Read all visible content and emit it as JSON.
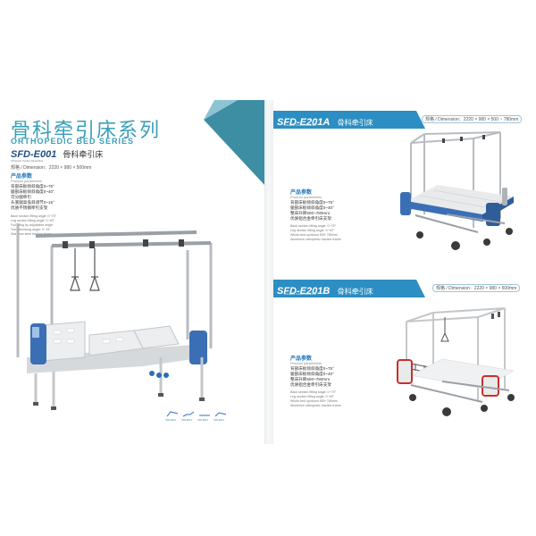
{
  "left_page": {
    "title_cn": "骨科牵引床系列",
    "title_en": "ORTHOPEDIC BED SERIES",
    "model": "SFD-E001",
    "name_cn": "骨科牵引床",
    "model_sub_en": "Orthopedic Traction Manual Bed",
    "dimension": "规格 / Dimension：2220 × 980 × 500mm",
    "section_cn": "产品参数",
    "section_en": "Product parameters",
    "specs_cn": [
      "背部床板倾斜角度0~75°",
      "腿部床板倾斜角度0~40°",
      "可分腿牵引",
      "头底腿高低斜调节0~15°",
      "优质不锈钢牵引支架"
    ],
    "specs_en": [
      "Back section lifting angle: 0~75°",
      "Leg section lifting angle: 0~40°",
      "Full lifting by adjustable angle",
      "Trendelenburg angle: 0~15°",
      "Stainless steel traction frame"
    ],
    "thumb_captions": [
      "SFD-E001",
      "SFD-E001",
      "SFD-E001",
      "SFD-E001"
    ]
  },
  "right_top": {
    "model": "SFD-E201A",
    "name_cn": "骨科牵引床",
    "model_sub_en": "Orthopedic Traction Manual Bed",
    "dimension": "规格 / Dimension：2220 × 980 × 500 ~ 780mm",
    "section_cn": "产品参数",
    "section_en": "Product parameters",
    "specs_cn": [
      "背部床板倾斜角度0~75°",
      "腿部床板倾斜角度0~40°",
      "整床升降500~780mm",
      "优质铝合金牵引床支架"
    ],
    "specs_en": [
      "Back section lifting angle: 0~75°",
      "Leg section lifting angle: 0~40°",
      "Whole bed up/down 500~780mm",
      "Aluminum orthopedic traction frame"
    ]
  },
  "right_bottom": {
    "model": "SFD-E201B",
    "name_cn": "骨科牵引床",
    "model_sub_en": "Orthopedic Traction Manual Bed",
    "dimension": "规格 / Dimension：2220 × 980 × 500mm",
    "section_cn": "产品参数",
    "section_en": "Product parameters",
    "specs_cn": [
      "背部床板倾斜角度0~75°",
      "腿部床板倾斜角度0~40°",
      "整床升降500~780mm",
      "优质铝合金牵引床支架"
    ],
    "specs_en": [
      "Back section lifting angle: 0~75°",
      "Leg section lifting angle: 0~40°",
      "Whole bed up/down 500~780mm",
      "Aluminum orthopedic traction frame"
    ]
  },
  "colors": {
    "accent_teal": "#3a9fb7",
    "model_blue": "#1f4f86",
    "banner_blue": "#2c8ec2",
    "mattress_blue": "#3b6fb5"
  }
}
